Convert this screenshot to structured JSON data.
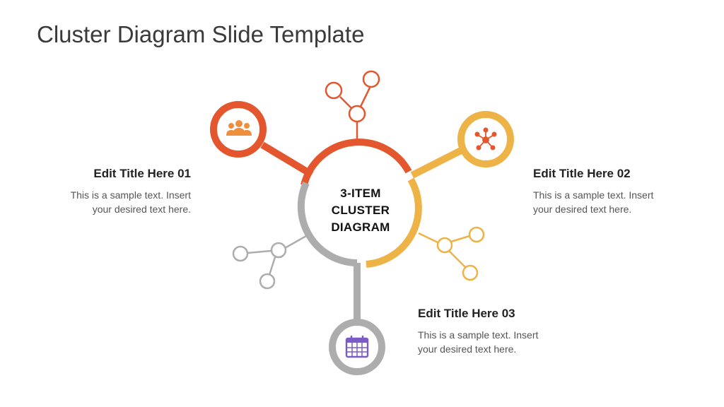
{
  "slide": {
    "title": "Cluster Diagram Slide Template"
  },
  "center": {
    "lines": [
      "3-ITEM",
      "CLUSTER",
      "DIAGRAM"
    ]
  },
  "items": [
    {
      "title": "Edit Title Here 01",
      "text_lines": [
        "This is a sample text. Insert",
        "your desired text here."
      ],
      "icon": "people-group-icon",
      "color": "#E4572E"
    },
    {
      "title": "Edit Title Here 02",
      "text_lines": [
        "This is a sample text. Insert",
        "your desired text here."
      ],
      "icon": "network-hub-icon",
      "color": "#EDB347"
    },
    {
      "title": "Edit Title Here 03",
      "text_lines": [
        "This is a sample text. Insert",
        "your desired text here."
      ],
      "icon": "calendar-icon",
      "color": "#ADADAD"
    }
  ],
  "colors": {
    "title_text": "#3A3A3A",
    "body_text": "#555555",
    "calendar_icon": "#7B5CC4"
  }
}
